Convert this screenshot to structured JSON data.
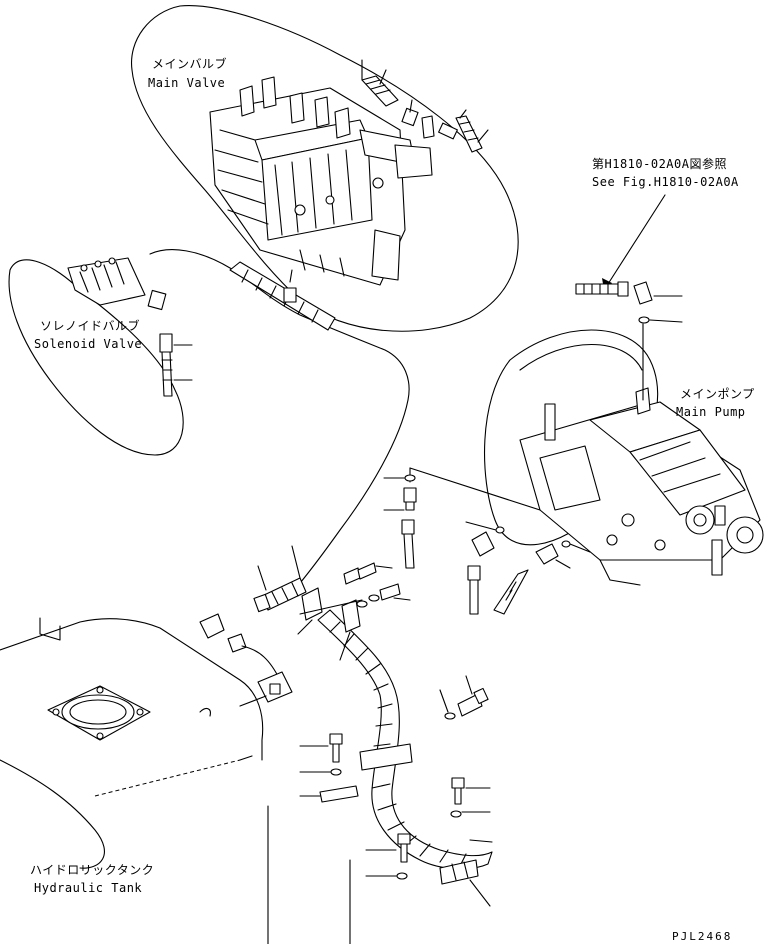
{
  "labels": {
    "main_valve_jp": "メインバルブ",
    "main_valve_en": "Main Valve",
    "solenoid_valve_jp": "ソレノイドバルブ",
    "solenoid_valve_en": "Solenoid Valve",
    "main_pump_jp": "メインポンプ",
    "main_pump_en": "Main Pump",
    "hydraulic_tank_jp": "ハイドロリックタンク",
    "hydraulic_tank_en": "Hydraulic Tank",
    "ref_jp": "第H1810-02A0A図参照",
    "ref_en": "See Fig.H1810-02A0A",
    "drawing_code": "PJL2468"
  }
}
